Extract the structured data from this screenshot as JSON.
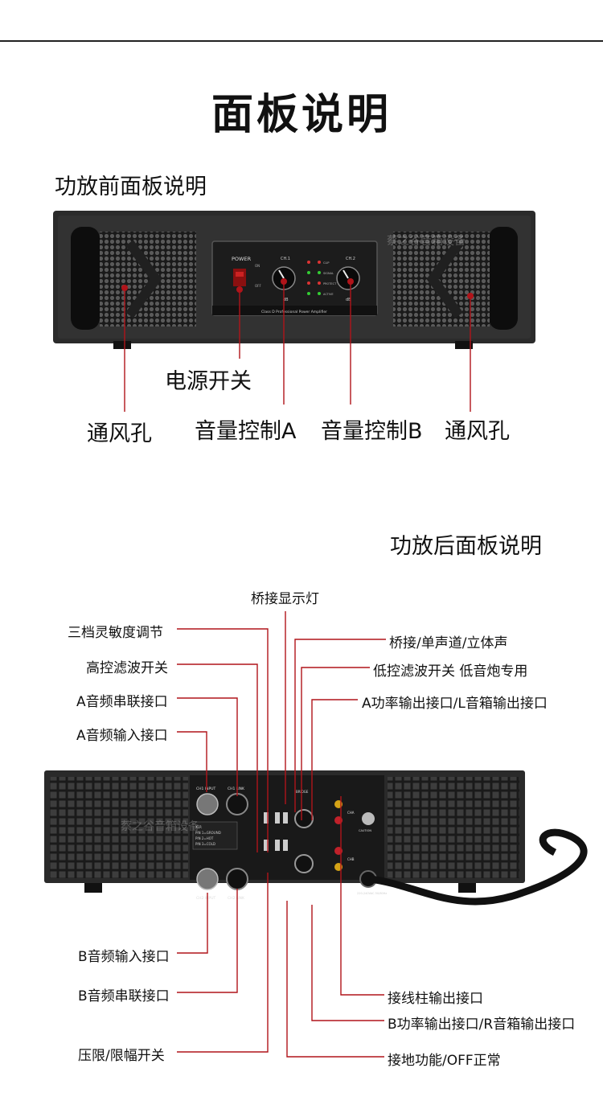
{
  "page": {
    "title": "面板说明"
  },
  "front": {
    "heading": "功放前面板说明",
    "device": {
      "power_label": "POWER",
      "on_label": "ON",
      "off_label": "OFF",
      "ch1": "CH.1",
      "ch2": "CH.2",
      "db": "dB",
      "leds": [
        "CLIP",
        "SIGNAL",
        "PROTECT",
        "ACTIVE"
      ],
      "model_text": "Class D Professional Power Amplifier",
      "watermark": "蔡之谷音箱设备"
    },
    "labels": {
      "power_switch": "电源开关",
      "vent_left": "通风孔",
      "volume_a": "音量控制A",
      "volume_b": "音量控制B",
      "vent_right": "通风孔"
    }
  },
  "rear": {
    "heading": "功放后面板说明",
    "device": {
      "ch1_input": "CH1 INPUT",
      "ch1_link": "CH1 LINK",
      "ch2_input": "CH2 INPUT",
      "ch2_link": "CH2 LINK",
      "xlr_lines": [
        "XLR",
        "PIN 1=GROUND",
        "PIN 2=HOT",
        "PIN 3=COLD"
      ],
      "caution": "CAUTION",
      "voltage": "220-240VAC 50/60Hz",
      "cha": "CHA",
      "chb": "CHB",
      "bridge": "BRIDGE",
      "watermark": "蔡之谷音箱设备"
    },
    "labels": {
      "bridge_led": "桥接显示灯",
      "sensitivity": "三档灵敏度调节",
      "highpass": "高控滤波开关",
      "a_link": "A音频串联接口",
      "a_input": "A音频输入接口",
      "bridge_mode": "桥接/单声道/立体声",
      "lowpass": "低控滤波开关 低音炮专用",
      "a_output": "A功率输出接口/L音箱输出接口",
      "b_input": "B音频输入接口",
      "b_link": "B音频串联接口",
      "limiter": "压限/限幅开关",
      "binding_posts": "接线柱输出接口",
      "b_output": "B功率输出接口/R音箱输出接口",
      "ground": "接地功能/OFF正常"
    }
  }
}
